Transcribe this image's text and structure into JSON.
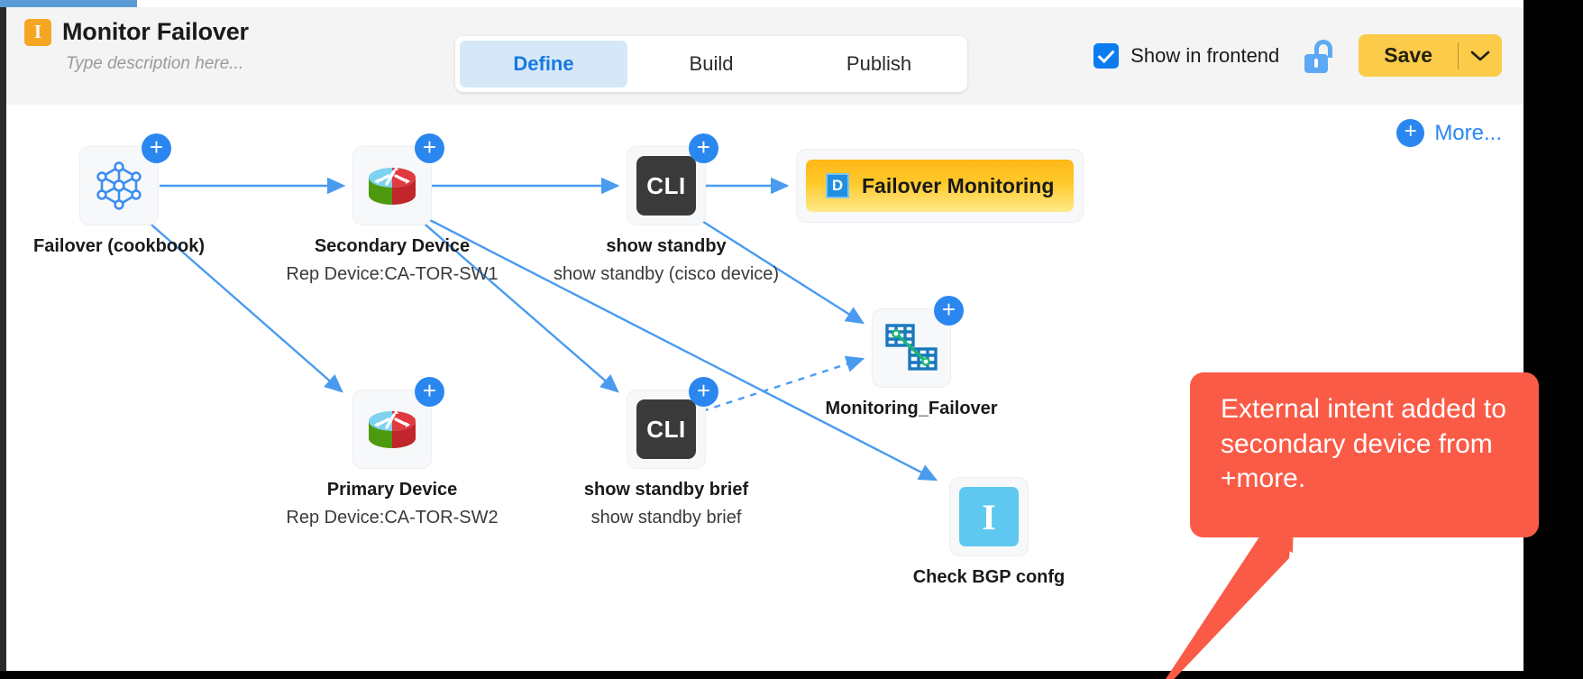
{
  "header": {
    "icon_letter": "I",
    "title": "Monitor Failover",
    "description_placeholder": "Type description here...",
    "tabs": [
      {
        "label": "Define",
        "active": true
      },
      {
        "label": "Build",
        "active": false
      },
      {
        "label": "Publish",
        "active": false
      }
    ],
    "show_in_frontend": {
      "label": "Show in frontend",
      "checked": true
    },
    "lock_icon": "unlock-icon",
    "save": {
      "label": "Save",
      "caret": "chevron-down-icon"
    }
  },
  "canvas": {
    "more_button": {
      "label": "More...",
      "icon": "plus-circle-icon"
    },
    "nodes": [
      {
        "id": "failover-cookbook",
        "label": "Failover (cookbook)",
        "sub": "",
        "icon": "network-mesh-icon"
      },
      {
        "id": "secondary-device",
        "label": "Secondary Device",
        "sub": "Rep Device:CA-TOR-SW1",
        "icon": "router-icon"
      },
      {
        "id": "show-standby",
        "label": "show standby",
        "sub": "show standby (cisco device)",
        "icon": "cli-icon",
        "icon_text": "CLI"
      },
      {
        "id": "failover-monitoring",
        "label": "Failover Monitoring",
        "sub": "",
        "icon": "document-d-icon",
        "icon_text": "D"
      },
      {
        "id": "monitoring-failover",
        "label": "Monitoring_Failover",
        "sub": "",
        "icon": "table-link-icon"
      },
      {
        "id": "primary-device",
        "label": "Primary Device",
        "sub": "Rep Device:CA-TOR-SW2",
        "icon": "router-icon"
      },
      {
        "id": "show-standby-brief",
        "label": "show standby brief",
        "sub": "show standby brief",
        "icon": "cli-icon",
        "icon_text": "CLI"
      },
      {
        "id": "check-bgp-confg",
        "label": "Check BGP confg",
        "sub": "",
        "icon": "intent-i-icon",
        "icon_text": "I"
      }
    ],
    "plus_glyph": "+"
  },
  "callout": {
    "text": "External intent added to secondary device from +more.",
    "color": "#fa5b47"
  },
  "colors": {
    "accent_blue": "#2b87f0",
    "tab_active_bg": "#d6e7f8",
    "save_yellow": "#fccb4a",
    "badge_orange": "#f5a623",
    "callout_red": "#fa5b47"
  }
}
